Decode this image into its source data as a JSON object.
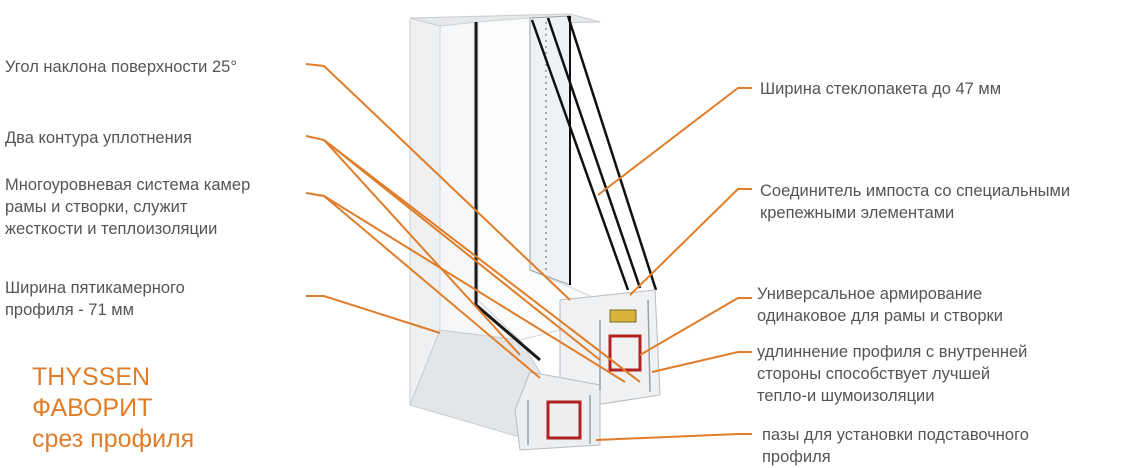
{
  "colors": {
    "leader": "#e07d28",
    "label_text": "#555555",
    "brand_text": "#e07d28",
    "profile_fill": "#f3f4f5",
    "profile_shade": "#d9dcdf",
    "seal": "#1a1a1a",
    "reinforcement": "#b22222"
  },
  "labels_left": {
    "slope_angle": "Угол наклона поверхности  25°",
    "two_seals": "Два контура уплотнения",
    "multilevel": [
      "Многоуровневая система камер",
      "рамы и створки, служит",
      "жесткости и теплоизоляции"
    ],
    "profile_width": [
      "Ширина пятикамерного",
      "профиля - 71 мм"
    ]
  },
  "labels_right": {
    "glass_unit_width": "Ширина стеклопакета до 47 мм",
    "mullion_connector": [
      "Соединитель импоста со специальными",
      "крепежными элементами"
    ],
    "reinforcement": [
      "Универсальное армирование",
      "одинаковое для рамы и створки"
    ],
    "extension": [
      "удлиннение профиля с внутренней",
      " стороны способствует лучшей",
      "тепло-и шумоизоляции"
    ],
    "grooves": [
      "пазы для установки подставочного",
      "профиля"
    ]
  },
  "brand": {
    "line1": "THYSSEN",
    "line2": "ФАВОРИТ",
    "line3": "срез профиля"
  }
}
